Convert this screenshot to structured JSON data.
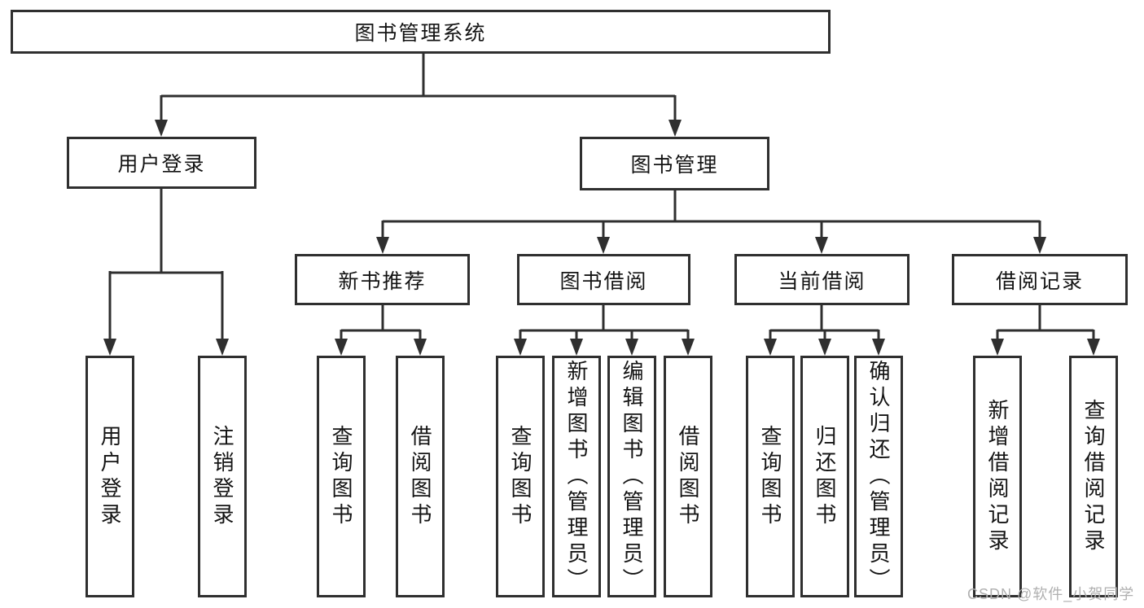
{
  "diagram": {
    "root": {
      "label": "图书管理系统"
    },
    "branches": {
      "user_login": {
        "label": "用户登录",
        "children": [
          "用户登录",
          "注销登录"
        ]
      },
      "book_mgmt": {
        "label": "图书管理",
        "sections": [
          {
            "label": "新书推荐",
            "children": [
              "查询图书",
              "借阅图书"
            ]
          },
          {
            "label": "图书借阅",
            "children": [
              "查询图书",
              "新增图书（管理员）",
              "编辑图书（管理员）",
              "借阅图书"
            ]
          },
          {
            "label": "当前借阅",
            "children": [
              "查询图书",
              "归还图书",
              "确认归还（管理员）"
            ]
          },
          {
            "label": "借阅记录",
            "children": [
              "新增借阅记录",
              "查询借阅记录"
            ]
          }
        ]
      }
    }
  },
  "watermark": "CSDN @软件_小贺同学",
  "colors": {
    "line": "#2f2f2f",
    "text": "#141414",
    "watermark": "#b0b0b0",
    "background": "#ffffff"
  }
}
